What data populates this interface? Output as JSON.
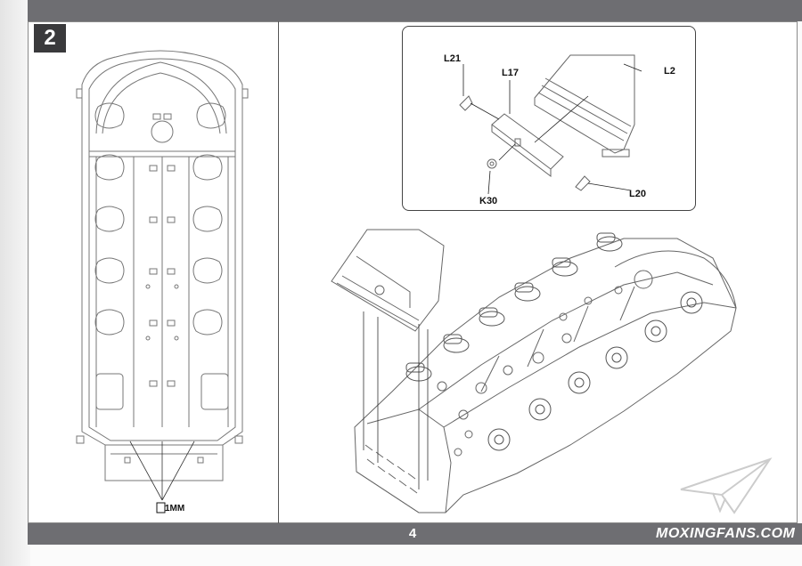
{
  "page": {
    "step_number": "2",
    "page_number": "4",
    "watermark_text": "MOXINGFANS.COM"
  },
  "callouts": {
    "l21": "L21",
    "l17": "L17",
    "l2": "L2",
    "k30": "K30",
    "l20": "L20",
    "drill_note": "1MM"
  },
  "colors": {
    "bar": "#6e6e72",
    "step_box": "#3a3a3c",
    "line_art": "#555555"
  }
}
